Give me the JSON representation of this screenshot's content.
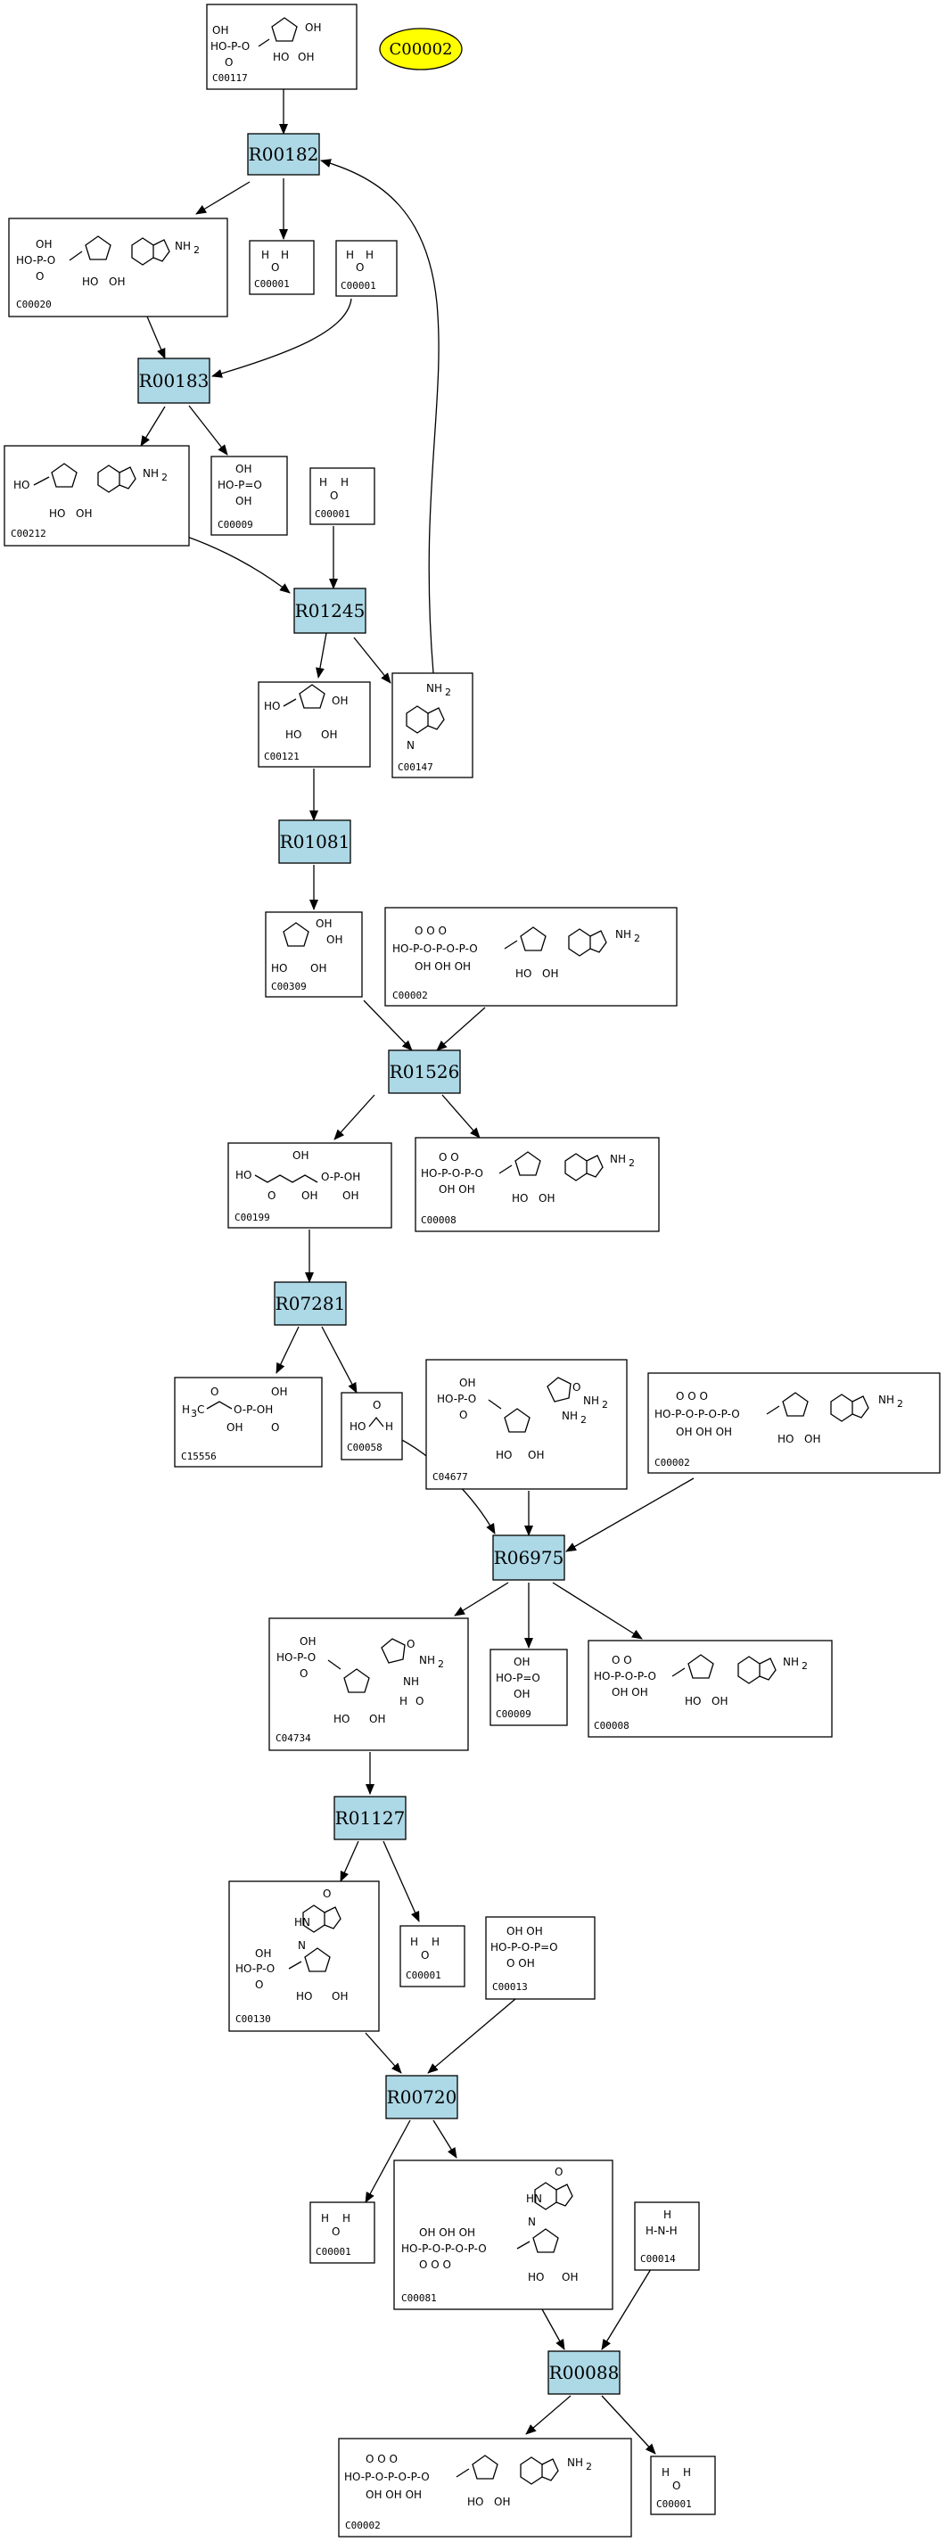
{
  "standalone": "C00002",
  "reactions": {
    "R00182": "R00182",
    "R00183": "R00183",
    "R01245": "R01245",
    "R01081": "R01081",
    "R01526": "R01526",
    "R07281": "R07281",
    "R06975": "R06975",
    "R01127": "R01127",
    "R00720": "R00720",
    "R00088": "R00088"
  },
  "compounds": {
    "c00117": "C00117",
    "c00020": "C00020",
    "c00001_a": "C00001",
    "c00001_b": "C00001",
    "c00212": "C00212",
    "c00009_a": "C00009",
    "c00001_c": "C00001",
    "c00121": "C00121",
    "c00147": "C00147",
    "c00309": "C00309",
    "c00002_a": "C00002",
    "c00199": "C00199",
    "c00008_a": "C00008",
    "c15556": "C15556",
    "c00058": "C00058",
    "c04677": "C04677",
    "c00002_b": "C00002",
    "c04734": "C04734",
    "c00009_b": "C00009",
    "c00008_b": "C00008",
    "c00130": "C00130",
    "c00001_d": "C00001",
    "c00013": "C00013",
    "c00001_e": "C00001",
    "c00081": "C00081",
    "c00014": "C00014",
    "c00002_c": "C00002",
    "c00001_f": "C00001"
  }
}
